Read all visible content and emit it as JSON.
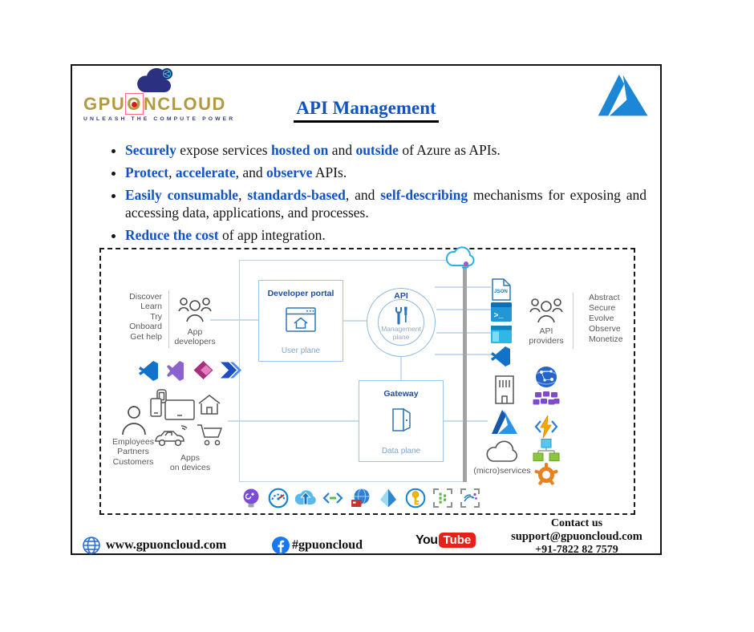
{
  "colors": {
    "accent_blue": "#1253c4",
    "logo_gold": "#b3993f",
    "logo_navy": "#2b3180",
    "azure_blue": "#1b87d6",
    "diagram_border_blue": "#9dc3e6",
    "facebook_blue": "#1877f2",
    "youtube_red": "#e62117"
  },
  "brand": {
    "name_pre": "GPU",
    "name_boxed": "O",
    "name_post": "NCLOUD",
    "tagline": "UNLEASH THE COMPUTE POWER"
  },
  "header": {
    "title": "API Management"
  },
  "bullets": [
    {
      "segments": [
        {
          "text": "Securely",
          "hl": true
        },
        {
          "text": " expose services ",
          "hl": false
        },
        {
          "text": "hosted on",
          "hl": true
        },
        {
          "text": " and ",
          "hl": false
        },
        {
          "text": "outside",
          "hl": true
        },
        {
          "text": " of Azure as APIs.",
          "hl": false
        }
      ]
    },
    {
      "segments": [
        {
          "text": "Protect",
          "hl": true
        },
        {
          "text": ", ",
          "hl": false
        },
        {
          "text": "accelerate",
          "hl": true
        },
        {
          "text": ", and ",
          "hl": false
        },
        {
          "text": "observe",
          "hl": true
        },
        {
          "text": " APIs.",
          "hl": false
        }
      ]
    },
    {
      "segments": [
        {
          "text": "Easily consumable",
          "hl": true
        },
        {
          "text": ", ",
          "hl": false
        },
        {
          "text": "standards-based",
          "hl": true
        },
        {
          "text": ", and ",
          "hl": false
        },
        {
          "text": "self-describing",
          "hl": true
        },
        {
          "text": " mechanisms for exposing and accessing data, applications, and processes.",
          "hl": false
        }
      ]
    },
    {
      "segments": [
        {
          "text": "Reduce the cost",
          "hl": true
        },
        {
          "text": " of app integration.",
          "hl": false
        }
      ]
    }
  ],
  "diagram": {
    "app_developers": {
      "activities": "Discover\nLearn\nTry\nOnboard\nGet help",
      "label": "App\ndevelopers"
    },
    "dev_tool_icons": [
      "vscode-icon",
      "visual-studio-icon",
      "power-apps-icon",
      "power-automate-icon"
    ],
    "consumers": {
      "label": "Employees\nPartners\nCustomers"
    },
    "apps_on_devices": {
      "label": "Apps\non devices"
    },
    "developer_portal": {
      "title": "Developer portal",
      "plane": "User plane"
    },
    "api": {
      "title": "API",
      "plane": "Management\nplane"
    },
    "gateway": {
      "title": "Gateway",
      "plane": "Data plane"
    },
    "api_output_icons": [
      "json-file-icon",
      "terminal-icon",
      "app-window-icon",
      "vscode-icon"
    ],
    "json_file_label": "JSON",
    "terminal_prompt": ">_",
    "api_providers": {
      "label": "API\nproviders",
      "activities": "Abstract\nSecure\nEvolve\nObserve\nMonetize"
    },
    "microservices_label": "(micro)services",
    "service_icons_left": [
      "building-icon",
      "azure-icon",
      "cloud-outline-icon"
    ],
    "service_icons_right": [
      "app-service-globe-icon",
      "container-blocks-icon",
      "functions-icon",
      "flowchart-icon",
      "service-mesh-gear-icon"
    ],
    "bottom_icons": [
      "idea-bulb-icon",
      "gauge-icon",
      "cloud-sync-icon",
      "code-brackets-icon",
      "web-payment-icon",
      "pyramid-icon",
      "key-vault-icon",
      "event-grid-icon",
      "data-flow-icon"
    ]
  },
  "footer": {
    "website": "www.gpuoncloud.com",
    "social_tag": "#gpuoncloud",
    "youtube": {
      "you": "You",
      "tube": "Tube"
    },
    "contact": {
      "heading": "Contact us",
      "email": "support@gpuoncloud.com",
      "phone": "+91-7822 82 7579"
    }
  }
}
